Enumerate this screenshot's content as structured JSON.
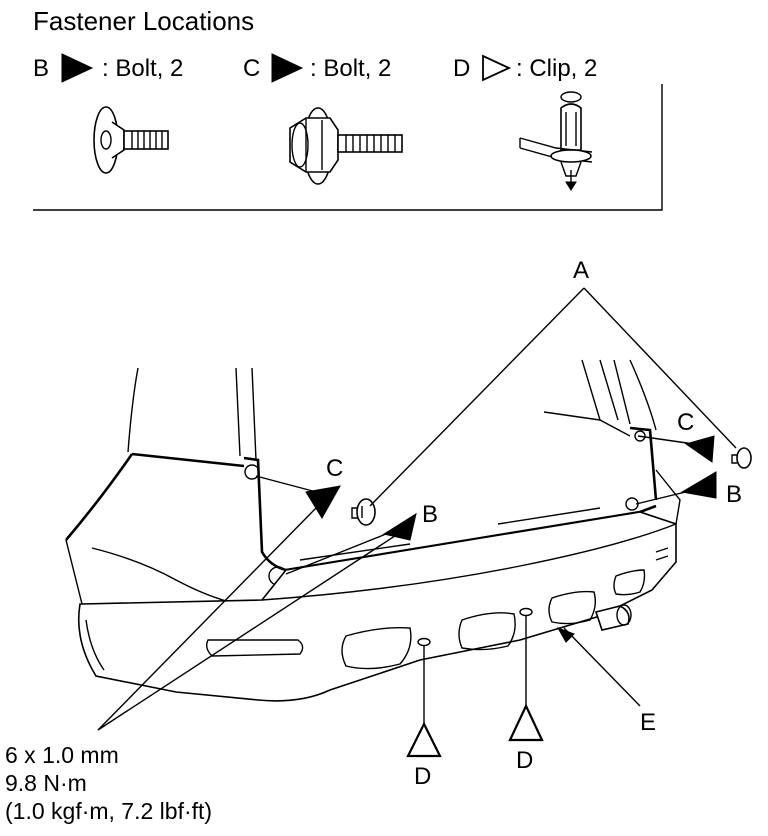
{
  "header": {
    "title": "Fastener Locations"
  },
  "legend": [
    {
      "letter": "B",
      "symbol": "solid-triangle-icon",
      "text": ": Bolt, 2"
    },
    {
      "letter": "C",
      "symbol": "solid-triangle-icon",
      "text": ": Bolt, 2"
    },
    {
      "letter": "D",
      "symbol": "hollow-triangle-icon",
      "text": ": Clip, 2"
    }
  ],
  "callouts": {
    "A": "A",
    "B_left": "B",
    "B_right": "B",
    "C_left": "C",
    "C_right": "C",
    "D_left": "D",
    "D_right": "D",
    "E": "E"
  },
  "torque_spec": {
    "line1": "6 x 1.0 mm",
    "line2": "9.8 N·m",
    "line3": "(1.0 kgf·m, 7.2 lbf·ft)"
  },
  "colors": {
    "ink": "#000000",
    "paper": "#ffffff"
  }
}
